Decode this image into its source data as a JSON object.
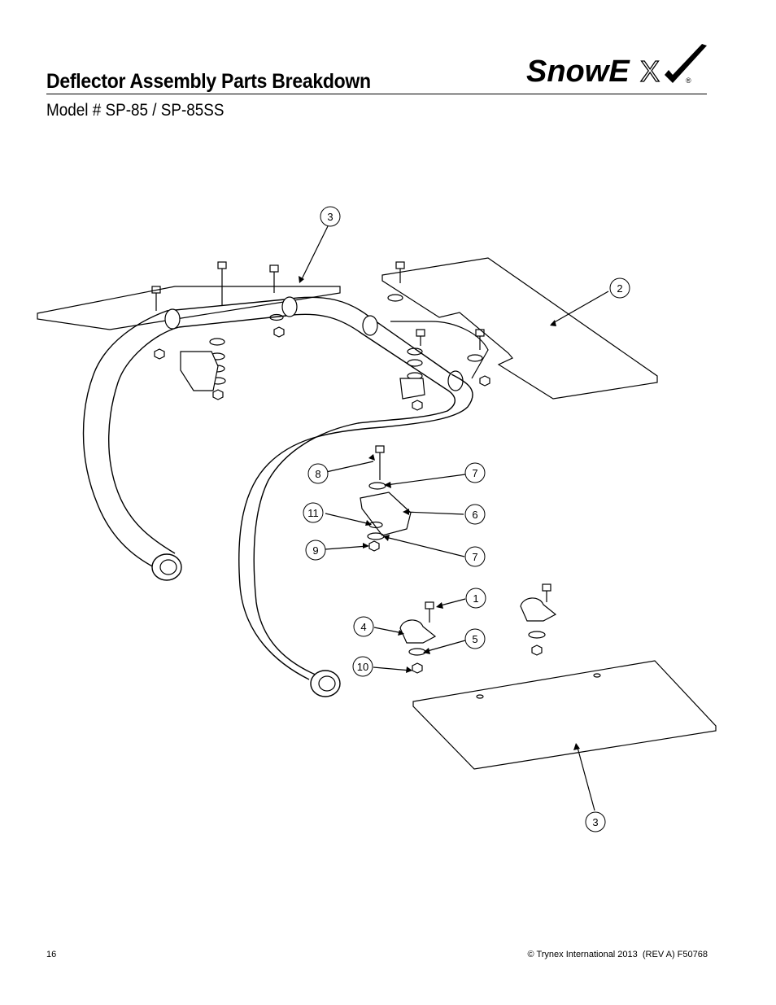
{
  "header": {
    "title": "Deflector Assembly Parts Breakdown",
    "subtitle": "Model # SP-85 / SP-85SS",
    "logo_text_main": "SnowE",
    "logo_text_x": "X",
    "logo_registered": "®"
  },
  "callouts": {
    "c3_top": "3",
    "c2": "2",
    "c8": "8",
    "c7_upper": "7",
    "c11": "11",
    "c6": "6",
    "c9": "9",
    "c7_lower": "7",
    "c1": "1",
    "c4": "4",
    "c5": "5",
    "c10": "10",
    "c3_bottom": "3"
  },
  "footer": {
    "page_number": "16",
    "copyright": "© Trynex International 2013  (REV A) F50768"
  }
}
